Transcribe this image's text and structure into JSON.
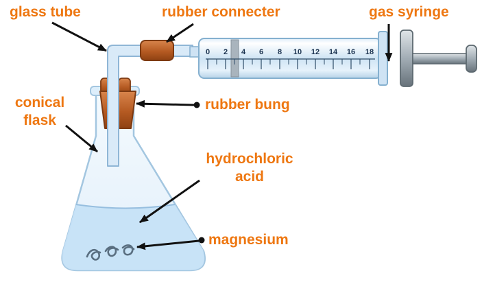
{
  "labels": {
    "glass_tube": "glass tube",
    "rubber_connecter": "rubber connecter",
    "gas_syringe": "gas syringe",
    "conical_flask": [
      "conical",
      "flask"
    ],
    "rubber_bung": "rubber bung",
    "hydrochloric_acid": [
      "hydrochloric",
      "acid"
    ],
    "magnesium": "magnesium"
  },
  "syringe": {
    "scale_ticks": [
      "0",
      "2",
      "4",
      "6",
      "8",
      "10",
      "12",
      "14",
      "16",
      "18"
    ]
  },
  "colors": {
    "label_orange": "#ee7711",
    "arrow_black": "#111111",
    "glass_blue_stroke": "#8fb6d6",
    "glass_blue_fill": "#d9eaf8",
    "liquid_blue": "#c6e2f7",
    "bung_orange": "#b55a22",
    "plunger_gray": "#a2adb5"
  }
}
